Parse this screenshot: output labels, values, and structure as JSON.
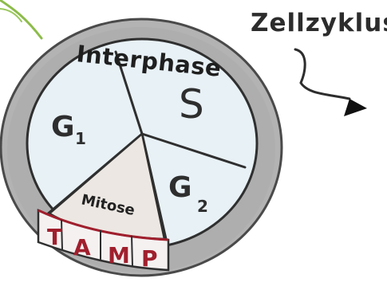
{
  "diagram": {
    "title": "Zellzyklus",
    "ring_label": "Interphase",
    "segments": {
      "s": "S",
      "g1_main": "G",
      "g1_sub": "1",
      "g2_main": "G",
      "g2_sub": "2",
      "mitose": "Mitose"
    },
    "phases": [
      "T",
      "A",
      "M",
      "P"
    ],
    "colors": {
      "ring": "#a9a9a9",
      "inner_fill": "#e7f1f6",
      "lines": "#3a3a3a",
      "red": "#a01f2d",
      "mitose_fill": "#ece7e2",
      "leaf": "#8cbc4a"
    }
  }
}
